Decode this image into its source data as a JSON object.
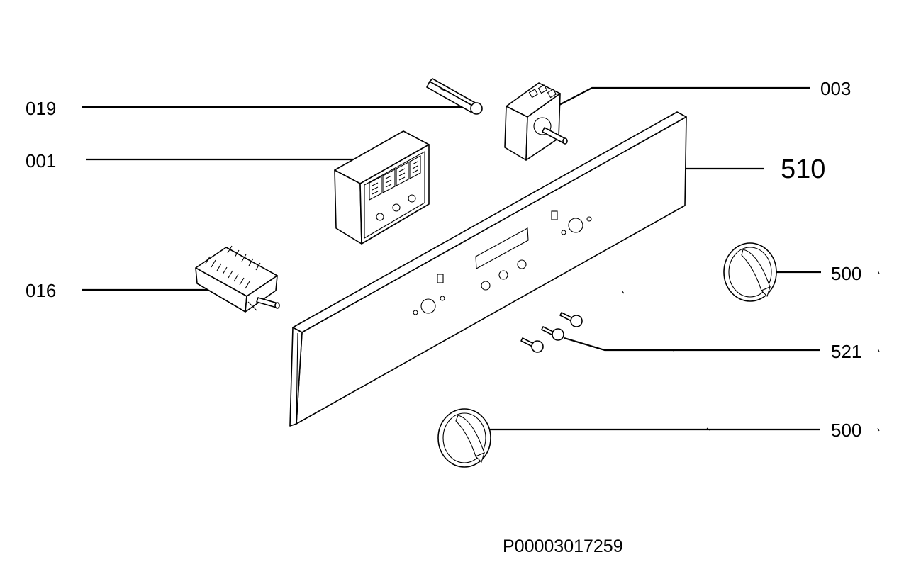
{
  "labels": {
    "p019": "019",
    "p001": "001",
    "p016": "016",
    "p003": "003",
    "p510": "510",
    "p500_upper": "500",
    "p521": "521",
    "p500_lower": "500"
  },
  "drawing_code": "P00003017259",
  "colors": {
    "line": "#000000",
    "background": "#ffffff"
  }
}
